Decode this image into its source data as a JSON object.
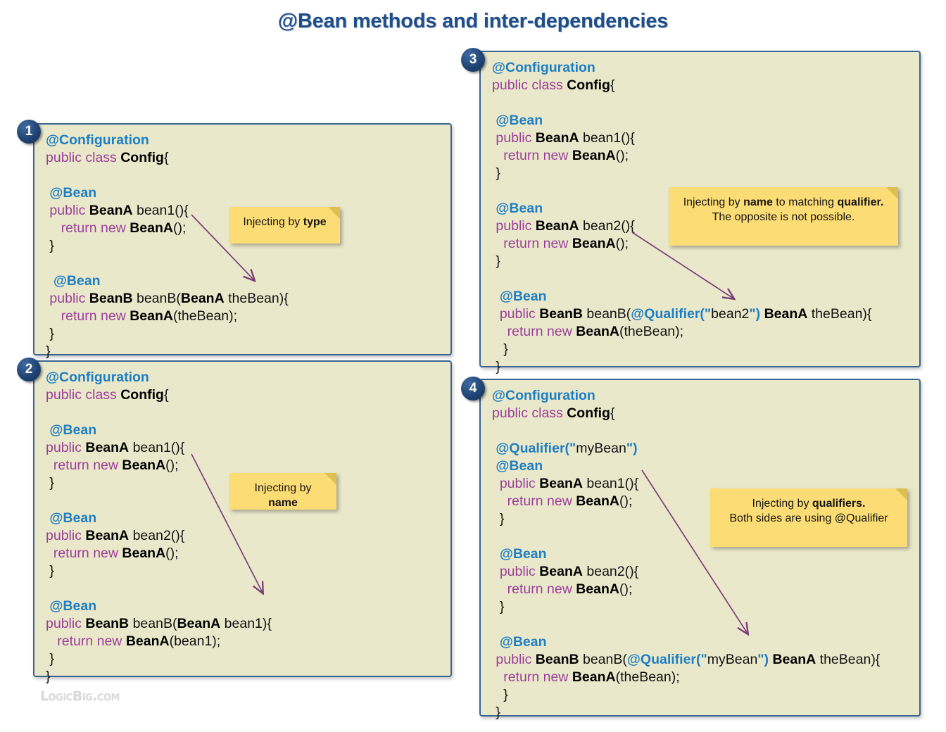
{
  "title": "@Bean methods and inter-dependencies",
  "logo": "LogicBig.com",
  "colors": {
    "title": "#1f4e88",
    "panel_background": "#eae8ca",
    "panel_border": "#3a6591",
    "annotation": "#1e7fc4",
    "keyword": "#9b3f9b",
    "note_background": "#fcdc74",
    "badge": "#1f4272",
    "arrow": "#7a3f7a"
  },
  "panels": [
    {
      "number": "1",
      "lines": [
        [
          {
            "t": "@Configuration",
            "c": "ann"
          }
        ],
        [
          {
            "t": "public class ",
            "c": "kw"
          },
          {
            "t": "Config",
            "c": "type"
          },
          {
            "t": "{",
            "c": "plain"
          }
        ],
        [],
        [
          {
            "t": " @Bean",
            "c": "ann"
          }
        ],
        [
          {
            "t": " public ",
            "c": "kw"
          },
          {
            "t": "BeanA",
            "c": "type"
          },
          {
            "t": " bean1(){",
            "c": "plain"
          }
        ],
        [
          {
            "t": "    return new ",
            "c": "kw"
          },
          {
            "t": "BeanA",
            "c": "type"
          },
          {
            "t": "();",
            "c": "plain"
          }
        ],
        [
          {
            "t": " }",
            "c": "plain"
          }
        ],
        [],
        [
          {
            "t": "  @Bean",
            "c": "ann"
          }
        ],
        [
          {
            "t": " public ",
            "c": "kw"
          },
          {
            "t": "BeanB",
            "c": "type"
          },
          {
            "t": " beanB(",
            "c": "plain"
          },
          {
            "t": "BeanA",
            "c": "type"
          },
          {
            "t": " theBean){",
            "c": "plain"
          }
        ],
        [
          {
            "t": "    return new ",
            "c": "kw"
          },
          {
            "t": "BeanA",
            "c": "type"
          },
          {
            "t": "(theBean);",
            "c": "plain"
          }
        ],
        [
          {
            "t": " }",
            "c": "plain"
          }
        ],
        [
          {
            "t": "}",
            "c": "plain"
          }
        ]
      ]
    },
    {
      "number": "2",
      "lines": [
        [
          {
            "t": "@Configuration",
            "c": "ann"
          }
        ],
        [
          {
            "t": "public class ",
            "c": "kw"
          },
          {
            "t": "Config",
            "c": "type"
          },
          {
            "t": "{",
            "c": "plain"
          }
        ],
        [],
        [
          {
            "t": " @Bean",
            "c": "ann"
          }
        ],
        [
          {
            "t": "public ",
            "c": "kw"
          },
          {
            "t": "BeanA",
            "c": "type"
          },
          {
            "t": " bean1(){",
            "c": "plain"
          }
        ],
        [
          {
            "t": "  return new ",
            "c": "kw"
          },
          {
            "t": "BeanA",
            "c": "type"
          },
          {
            "t": "();",
            "c": "plain"
          }
        ],
        [
          {
            "t": " }",
            "c": "plain"
          }
        ],
        [],
        [
          {
            "t": " @Bean",
            "c": "ann"
          }
        ],
        [
          {
            "t": "public ",
            "c": "kw"
          },
          {
            "t": "BeanA",
            "c": "type"
          },
          {
            "t": " bean2(){",
            "c": "plain"
          }
        ],
        [
          {
            "t": "  return new ",
            "c": "kw"
          },
          {
            "t": "BeanA",
            "c": "type"
          },
          {
            "t": "();",
            "c": "plain"
          }
        ],
        [
          {
            "t": " }",
            "c": "plain"
          }
        ],
        [],
        [
          {
            "t": " @Bean",
            "c": "ann"
          }
        ],
        [
          {
            "t": "public ",
            "c": "kw"
          },
          {
            "t": "BeanB",
            "c": "type"
          },
          {
            "t": " beanB(",
            "c": "plain"
          },
          {
            "t": "BeanA",
            "c": "type"
          },
          {
            "t": " bean1){",
            "c": "plain"
          }
        ],
        [
          {
            "t": "   return new ",
            "c": "kw"
          },
          {
            "t": "BeanA",
            "c": "type"
          },
          {
            "t": "(bean1);",
            "c": "plain"
          }
        ],
        [
          {
            "t": " }",
            "c": "plain"
          }
        ],
        [
          {
            "t": "}",
            "c": "plain"
          }
        ]
      ]
    },
    {
      "number": "3",
      "lines": [
        [
          {
            "t": "@Configuration",
            "c": "ann"
          }
        ],
        [
          {
            "t": "public class ",
            "c": "kw"
          },
          {
            "t": "Config",
            "c": "type"
          },
          {
            "t": "{",
            "c": "plain"
          }
        ],
        [],
        [
          {
            "t": " @Bean",
            "c": "ann"
          }
        ],
        [
          {
            "t": " public ",
            "c": "kw"
          },
          {
            "t": "BeanA",
            "c": "type"
          },
          {
            "t": " bean1(){",
            "c": "plain"
          }
        ],
        [
          {
            "t": "   return new ",
            "c": "kw"
          },
          {
            "t": "BeanA",
            "c": "type"
          },
          {
            "t": "();",
            "c": "plain"
          }
        ],
        [
          {
            "t": " }",
            "c": "plain"
          }
        ],
        [],
        [
          {
            "t": " @Bean",
            "c": "ann"
          }
        ],
        [
          {
            "t": " public ",
            "c": "kw"
          },
          {
            "t": "BeanA",
            "c": "type"
          },
          {
            "t": " bean2(){",
            "c": "plain"
          }
        ],
        [
          {
            "t": "   return new ",
            "c": "kw"
          },
          {
            "t": "BeanA",
            "c": "type"
          },
          {
            "t": "();",
            "c": "plain"
          }
        ],
        [
          {
            "t": " }",
            "c": "plain"
          }
        ],
        [],
        [
          {
            "t": "  @Bean",
            "c": "ann"
          }
        ],
        [
          {
            "t": "  public ",
            "c": "kw"
          },
          {
            "t": "BeanB",
            "c": "type"
          },
          {
            "t": " beanB(",
            "c": "plain"
          },
          {
            "t": "@Qualifier(\"",
            "c": "qual"
          },
          {
            "t": "bean2",
            "c": "plain"
          },
          {
            "t": "\")",
            "c": "qual"
          },
          {
            "t": " ",
            "c": "plain"
          },
          {
            "t": "BeanA",
            "c": "type"
          },
          {
            "t": " theBean){",
            "c": "plain"
          }
        ],
        [
          {
            "t": "    return new ",
            "c": "kw"
          },
          {
            "t": "BeanA",
            "c": "type"
          },
          {
            "t": "(theBean);",
            "c": "plain"
          }
        ],
        [
          {
            "t": "   }",
            "c": "plain"
          }
        ],
        [
          {
            "t": " }",
            "c": "plain"
          }
        ]
      ]
    },
    {
      "number": "4",
      "lines": [
        [
          {
            "t": "@Configuration",
            "c": "ann"
          }
        ],
        [
          {
            "t": "public class ",
            "c": "kw"
          },
          {
            "t": "Config",
            "c": "type"
          },
          {
            "t": "{",
            "c": "plain"
          }
        ],
        [],
        [
          {
            "t": " @Qualifier(\"",
            "c": "qual"
          },
          {
            "t": "myBean",
            "c": "plain"
          },
          {
            "t": "\")",
            "c": "qual"
          }
        ],
        [
          {
            "t": " @Bean",
            "c": "ann"
          }
        ],
        [
          {
            "t": "  public ",
            "c": "kw"
          },
          {
            "t": "BeanA",
            "c": "type"
          },
          {
            "t": " bean1(){",
            "c": "plain"
          }
        ],
        [
          {
            "t": "    return new ",
            "c": "kw"
          },
          {
            "t": "BeanA",
            "c": "type"
          },
          {
            "t": "();",
            "c": "plain"
          }
        ],
        [
          {
            "t": "  }",
            "c": "plain"
          }
        ],
        [],
        [
          {
            "t": "  @Bean",
            "c": "ann"
          }
        ],
        [
          {
            "t": "  public ",
            "c": "kw"
          },
          {
            "t": "BeanA",
            "c": "type"
          },
          {
            "t": " bean2(){",
            "c": "plain"
          }
        ],
        [
          {
            "t": "    return new ",
            "c": "kw"
          },
          {
            "t": "BeanA",
            "c": "type"
          },
          {
            "t": "();",
            "c": "plain"
          }
        ],
        [
          {
            "t": "  }",
            "c": "plain"
          }
        ],
        [],
        [
          {
            "t": "  @Bean",
            "c": "ann"
          }
        ],
        [
          {
            "t": " public ",
            "c": "kw"
          },
          {
            "t": "BeanB",
            "c": "type"
          },
          {
            "t": " beanB(",
            "c": "plain"
          },
          {
            "t": "@Qualifier(\"",
            "c": "qual"
          },
          {
            "t": "myBean",
            "c": "plain"
          },
          {
            "t": "\")",
            "c": "qual"
          },
          {
            "t": " ",
            "c": "plain"
          },
          {
            "t": "BeanA",
            "c": "type"
          },
          {
            "t": " theBean){",
            "c": "plain"
          }
        ],
        [
          {
            "t": "   return new ",
            "c": "kw"
          },
          {
            "t": "BeanA",
            "c": "type"
          },
          {
            "t": "(theBean);",
            "c": "plain"
          }
        ],
        [
          {
            "t": "   }",
            "c": "plain"
          }
        ],
        [
          {
            "t": " }",
            "c": "plain"
          }
        ]
      ]
    }
  ],
  "notes": [
    {
      "id": "note-type",
      "lines": [
        [
          {
            "t": "Injecting by ",
            "b": false
          },
          {
            "t": "type",
            "b": true
          }
        ]
      ]
    },
    {
      "id": "note-name",
      "lines": [
        [
          {
            "t": "Injecting by ",
            "b": false
          },
          {
            "t": "name",
            "b": true
          }
        ]
      ]
    },
    {
      "id": "note-qualifier-name",
      "lines": [
        [
          {
            "t": "Injecting by ",
            "b": false
          },
          {
            "t": "name",
            "b": true
          },
          {
            "t": " to matching ",
            "b": false
          },
          {
            "t": "qualifier.",
            "b": true
          }
        ],
        [
          {
            "t": "The opposite is not possible.",
            "b": false
          }
        ]
      ]
    },
    {
      "id": "note-qualifiers",
      "lines": [
        [
          {
            "t": "Injecting by ",
            "b": false
          },
          {
            "t": "qualifiers.",
            "b": true
          }
        ],
        [
          {
            "t": "Both sides are using @Qualifier",
            "b": false
          }
        ]
      ]
    }
  ]
}
